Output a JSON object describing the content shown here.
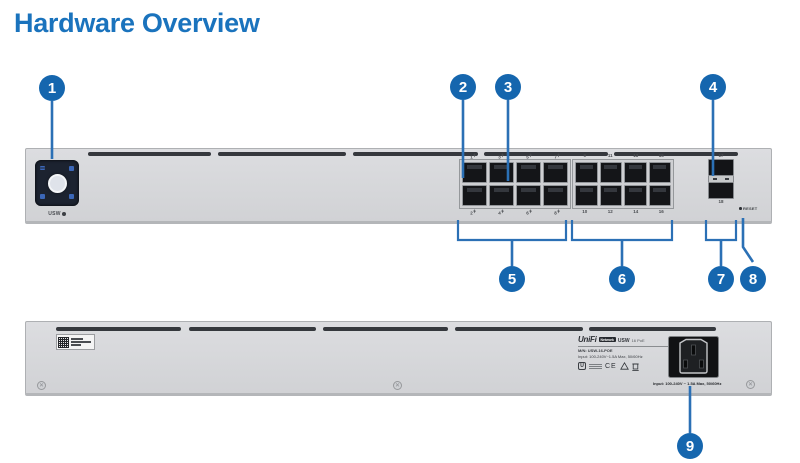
{
  "page": {
    "title": "Hardware Overview"
  },
  "colors": {
    "accent_blue": "#1a73bd",
    "callout_blue": "#1566ae",
    "callout_line_blue": "#2b70b5",
    "device_gray": "#d5d6d9",
    "screen_navy": "#1c2330",
    "port_black": "#141518"
  },
  "callouts": [
    "1",
    "2",
    "3",
    "4",
    "5",
    "6",
    "7",
    "8",
    "9"
  ],
  "front_panel": {
    "screen_label": "USW",
    "port_groups": [
      {
        "poe": true,
        "top_labels": [
          "1",
          "3",
          "5",
          "7"
        ],
        "bottom_labels": [
          "2",
          "4",
          "6",
          "8"
        ]
      },
      {
        "poe": false,
        "top_labels": [
          "9",
          "11",
          "13",
          "15"
        ],
        "bottom_labels": [
          "10",
          "12",
          "14",
          "16"
        ]
      }
    ],
    "sfp": {
      "top_label": "17",
      "bottom_label": "18"
    },
    "reset_label": "RESET"
  },
  "back_panel": {
    "branding": {
      "logo": "UniFi",
      "badge": "Network",
      "model_name": "USW",
      "model_suffix": "16 PoE",
      "model_number": "M/N: USW-16-POE",
      "input_rating": "Input: 100-240V~1.5A Max, 50/60Hz",
      "ubiquiti_logo": "U",
      "ce_mark": "CE"
    },
    "power_inlet_label": "Input: 100-240V ~ 1.5A Max, 50/60Hz"
  }
}
